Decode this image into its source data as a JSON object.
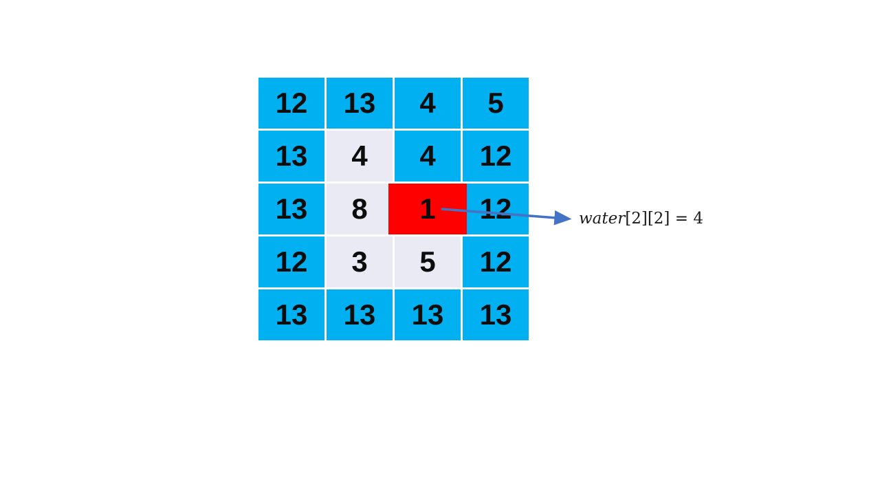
{
  "title": "water grid slide",
  "colors": {
    "background": "#FFFFFF",
    "water_cell": "#00B0F0",
    "visited_cell": "#E9EAF3",
    "current_cell": "#FF0000",
    "cell_text": "#0D0D0D",
    "arrow": "#4472C4",
    "annotation_text": "#1A1A1A"
  },
  "grid": {
    "rows": 5,
    "cols": 4,
    "cells": [
      {
        "row": 0,
        "col": 0,
        "value": "12",
        "state": "water"
      },
      {
        "row": 0,
        "col": 1,
        "value": "13",
        "state": "water"
      },
      {
        "row": 0,
        "col": 2,
        "value": "4",
        "state": "water"
      },
      {
        "row": 0,
        "col": 3,
        "value": "5",
        "state": "water"
      },
      {
        "row": 1,
        "col": 0,
        "value": "13",
        "state": "water"
      },
      {
        "row": 1,
        "col": 1,
        "value": "4",
        "state": "visited"
      },
      {
        "row": 1,
        "col": 2,
        "value": "4",
        "state": "water"
      },
      {
        "row": 1,
        "col": 3,
        "value": "12",
        "state": "water"
      },
      {
        "row": 2,
        "col": 0,
        "value": "13",
        "state": "water"
      },
      {
        "row": 2,
        "col": 1,
        "value": "8",
        "state": "visited"
      },
      {
        "row": 2,
        "col": 2,
        "value": "1",
        "state": "current"
      },
      {
        "row": 2,
        "col": 3,
        "value": "12",
        "state": "water"
      },
      {
        "row": 3,
        "col": 0,
        "value": "12",
        "state": "water"
      },
      {
        "row": 3,
        "col": 1,
        "value": "3",
        "state": "visited"
      },
      {
        "row": 3,
        "col": 2,
        "value": "5",
        "state": "visited"
      },
      {
        "row": 3,
        "col": 3,
        "value": "12",
        "state": "water"
      },
      {
        "row": 4,
        "col": 0,
        "value": "13",
        "state": "water"
      },
      {
        "row": 4,
        "col": 1,
        "value": "13",
        "state": "water"
      },
      {
        "row": 4,
        "col": 2,
        "value": "13",
        "state": "water"
      },
      {
        "row": 4,
        "col": 3,
        "value": "13",
        "state": "water"
      }
    ]
  },
  "annotation": {
    "variable": "water",
    "indices": "[2][2]",
    "equals": " = 4",
    "full_text": "water[2][2] = 4"
  }
}
